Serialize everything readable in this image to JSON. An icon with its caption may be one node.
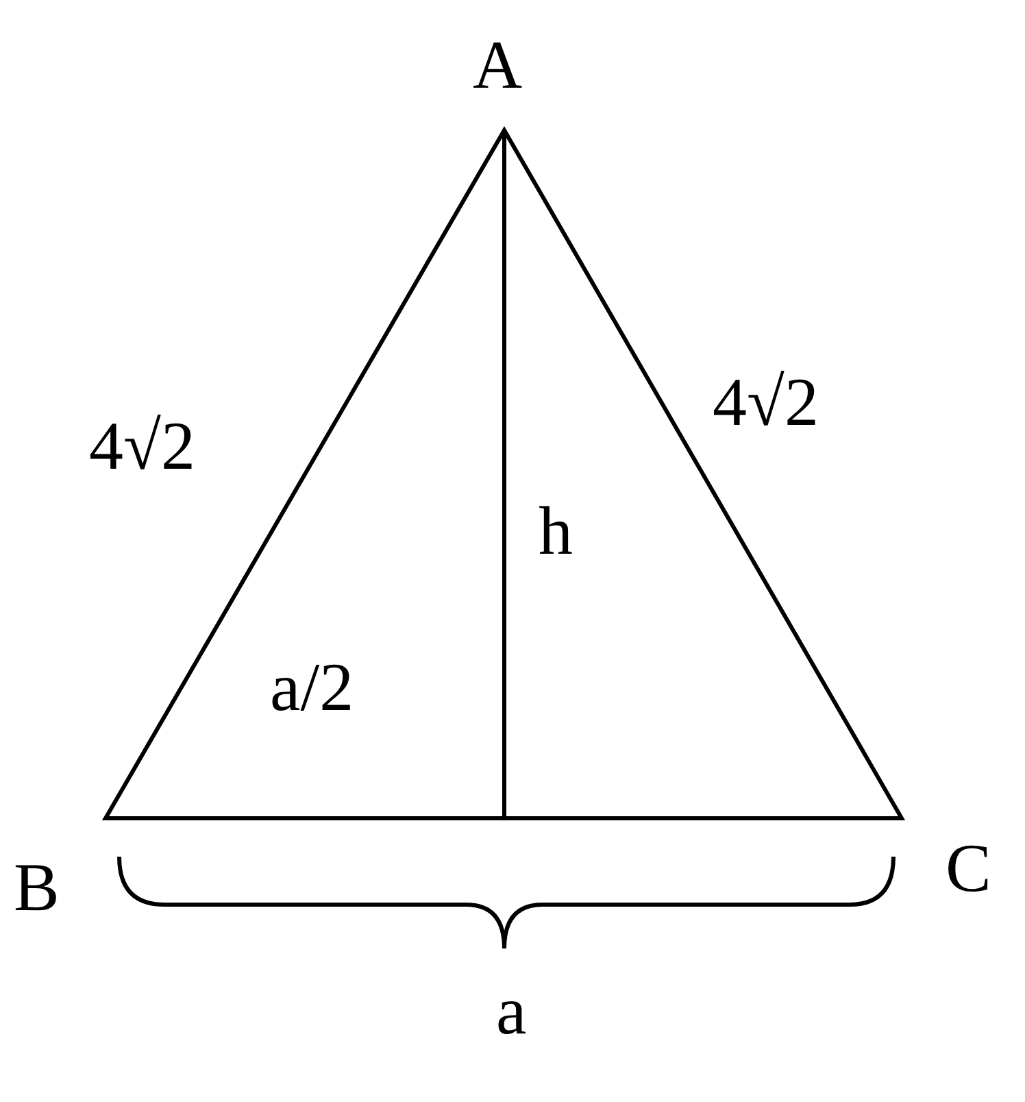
{
  "diagram": {
    "labels": [
      "A",
      "4√2",
      "4√2",
      "h",
      "a/2",
      "B",
      "C",
      "a"
    ]
  }
}
